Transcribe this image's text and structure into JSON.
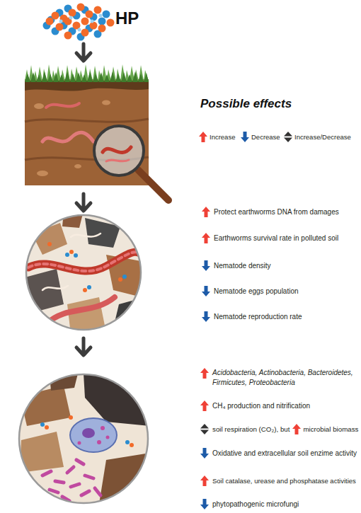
{
  "diagram": {
    "title": "Possible effects",
    "labels": [
      "HP",
      "Protect earthworms DNA from damages",
      "Earthworms survival rate in polluted soil",
      "Nematode density",
      "Nematode eggs population",
      "Nematode reproduction rate",
      "Acidobacteria, Actinobacteria, Bacteroidetes, Firmicutes, Proteobacteria",
      "CH₄ production and nitrification",
      "soil respiration (CO₂), but",
      "microbial biomass",
      "Oxidative and extracellular soil enzime activity",
      "Soil catalase, urease and phosphatase activities",
      "phytopathogenic microfungi"
    ],
    "legend": [
      {
        "text": "Increase"
      },
      {
        "text": "Decrease"
      },
      {
        "text": "Increase/Decrease"
      }
    ]
  }
}
